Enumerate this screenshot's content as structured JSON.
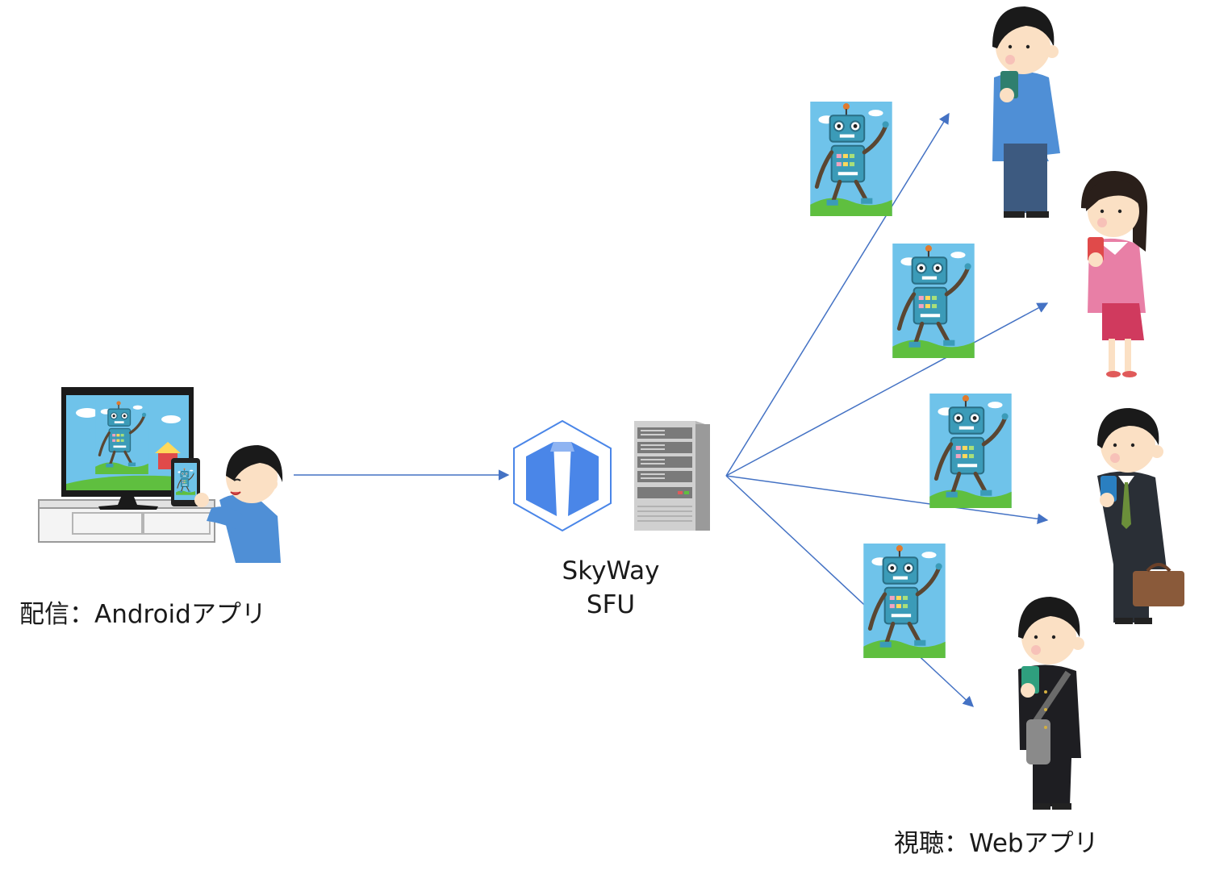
{
  "labels": {
    "broadcaster": "配信：Androidアプリ",
    "server_line1": "SkyWay",
    "server_line2": "SFU",
    "viewers": "視聴：Webアプリ"
  },
  "colors": {
    "arrow": "#4472c4",
    "sky": "#6fc3ea",
    "robot": "#3b9bb8",
    "grass": "#5fbf3f",
    "skyway_blue": "#4a86e8"
  },
  "icons": {
    "broadcaster": "person-with-tablet-and-tv-illustration",
    "skyway": "skyway-logo-icon",
    "server": "server-rack-icon",
    "video_frame": "robot-video-frame-icon",
    "viewer": "viewer-person-with-phone-illustration"
  }
}
